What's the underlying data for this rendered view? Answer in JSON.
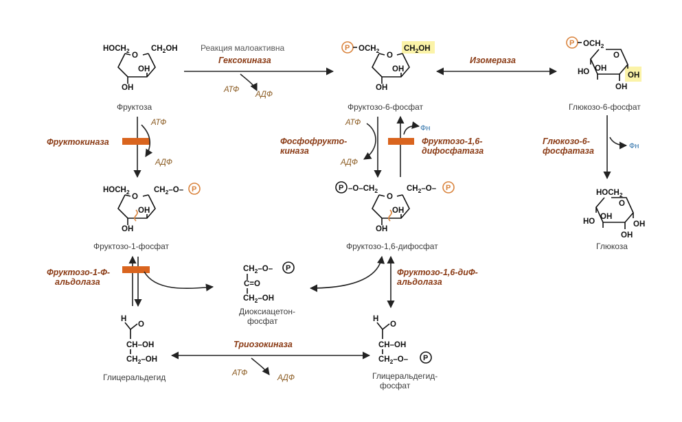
{
  "compounds": {
    "fructose": "Фруктоза",
    "f6p": "Фруктозо-6-фосфат",
    "g6p": "Глюкозо-6-фосфат",
    "f1p": "Фруктозо-1-фосфат",
    "f16bp": "Фруктозо-1,6-дифосфат",
    "glucose": "Глюкоза",
    "dhap_1": "Диоксиацетон-",
    "dhap_2": "фосфат",
    "glyceraldehyde": "Глицеральдегид",
    "g3p_1": "Глицеральдегид-",
    "g3p_2": "фосфат"
  },
  "enzymes": {
    "hexokinase": "Гексокиназа",
    "isomerase": "Изомераза",
    "fructokinase": "Фруктокиназа",
    "pfk_1": "Фосфофрукто-",
    "pfk_2": "киназа",
    "fbpase_1": "Фруктозо-1,6-",
    "fbpase_2": "дифосфатаза",
    "g6pase_1": "Глюкозо-6-",
    "g6pase_2": "фосфатаза",
    "f1p_aldolase_1": "Фруктозо-1-Ф-",
    "f1p_aldolase_2": "альдолаза",
    "fbp_aldolase_1": "Фруктозо-1,6-диФ-",
    "fbp_aldolase_2": "альдолаза",
    "triokinase": "Триозокиназа"
  },
  "notes": {
    "low_activity": "Реакция малоактивна"
  },
  "cofactors": {
    "atp": "АТФ",
    "adp": "АДФ",
    "pi": "Фн"
  },
  "labels": {
    "phosphate": "P",
    "hoch2": "HOCH",
    "ch2oh": "CH",
    "oh": "OH",
    "ho": "HO",
    "o": "O",
    "h": "H",
    "two": "2"
  },
  "colors": {
    "enzyme": "#8a3a14",
    "cofactor": "#8a5a20",
    "block": "#d9641e",
    "highlight": "#fbf3a8",
    "phosphate_ring": "#d9823b",
    "pi": "#2a6fa8"
  }
}
